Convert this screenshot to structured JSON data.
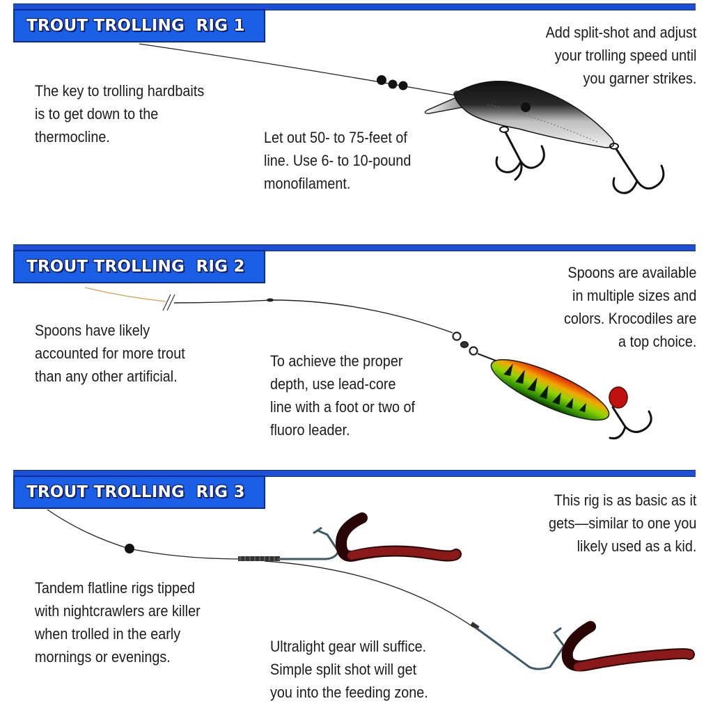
{
  "theme": {
    "accent": "#1a5fe6",
    "accent_border": "#0c2c93",
    "text": "#1b1b1b"
  },
  "rigs": [
    {
      "title": "TROUT TROLLING  RIG 1",
      "lure": "crankbait-icon",
      "notes": {
        "left": [
          "The key to trolling hardbaits",
          "is to get down to the",
          "thermocline."
        ],
        "middle": [
          "Let out 50- to 75-feet of",
          "line. Use 6- to 10-pound",
          "monofilament."
        ],
        "right": [
          "Add split-shot and adjust",
          "your trolling speed until",
          "you garner strikes."
        ]
      }
    },
    {
      "title": "TROUT TROLLING  RIG 2",
      "lure": "spoon-icon",
      "notes": {
        "left": [
          "Spoons have likely",
          "accounted for more trout",
          "than any other artificial."
        ],
        "middle": [
          "To achieve the proper",
          "depth, use lead-core",
          "line with a foot or two of",
          "fluoro leader."
        ],
        "right": [
          "Spoons are available",
          "in multiple sizes and",
          "colors. Krocodiles are",
          "a top choice."
        ]
      }
    },
    {
      "title": "TROUT TROLLING  RIG 3",
      "lure": "nightcrawler-harness-icon",
      "notes": {
        "left": [
          "Tandem flatline rigs tipped",
          "with nightcrawlers are killer",
          "when trolled in the early",
          "mornings or evenings."
        ],
        "middle": [
          "Ultralight gear will suffice.",
          "Simple split shot will get",
          "you into the feeding zone."
        ],
        "right": [
          "This rig is as basic as it",
          "gets—similar to one you",
          "likely used as a kid."
        ]
      }
    }
  ]
}
